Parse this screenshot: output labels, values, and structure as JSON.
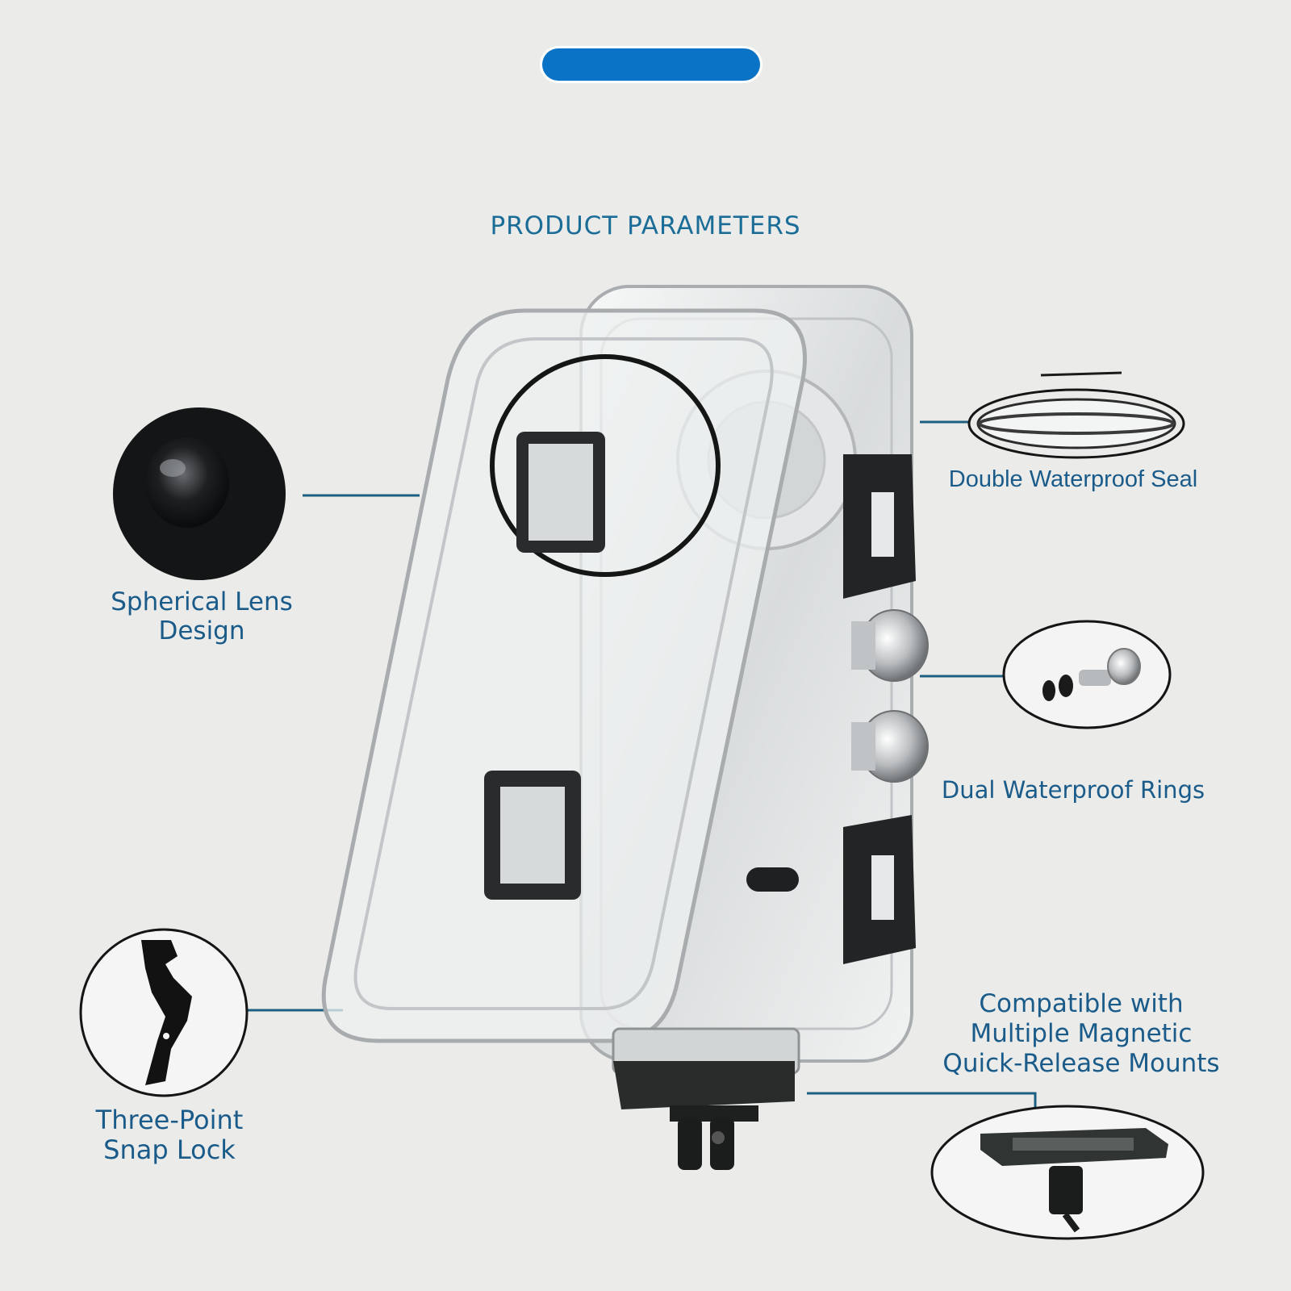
{
  "header": {
    "title": "PRODUCT PARAMETERS"
  },
  "features": {
    "lens": [
      "Spherical Lens",
      "Design"
    ],
    "seal": "Double Waterproof Seal",
    "rings": "Dual Waterproof Rings",
    "mounts": [
      "Compatible with",
      "Multiple Magnetic",
      "Quick-Release Mounts"
    ],
    "lock": [
      "Three-Point",
      "Snap Lock"
    ]
  },
  "colors": {
    "accent_bar": "#0a73c6",
    "label_text": "#1a5b8a",
    "heading_text": "#1b6d98",
    "background": "#ebecea"
  }
}
